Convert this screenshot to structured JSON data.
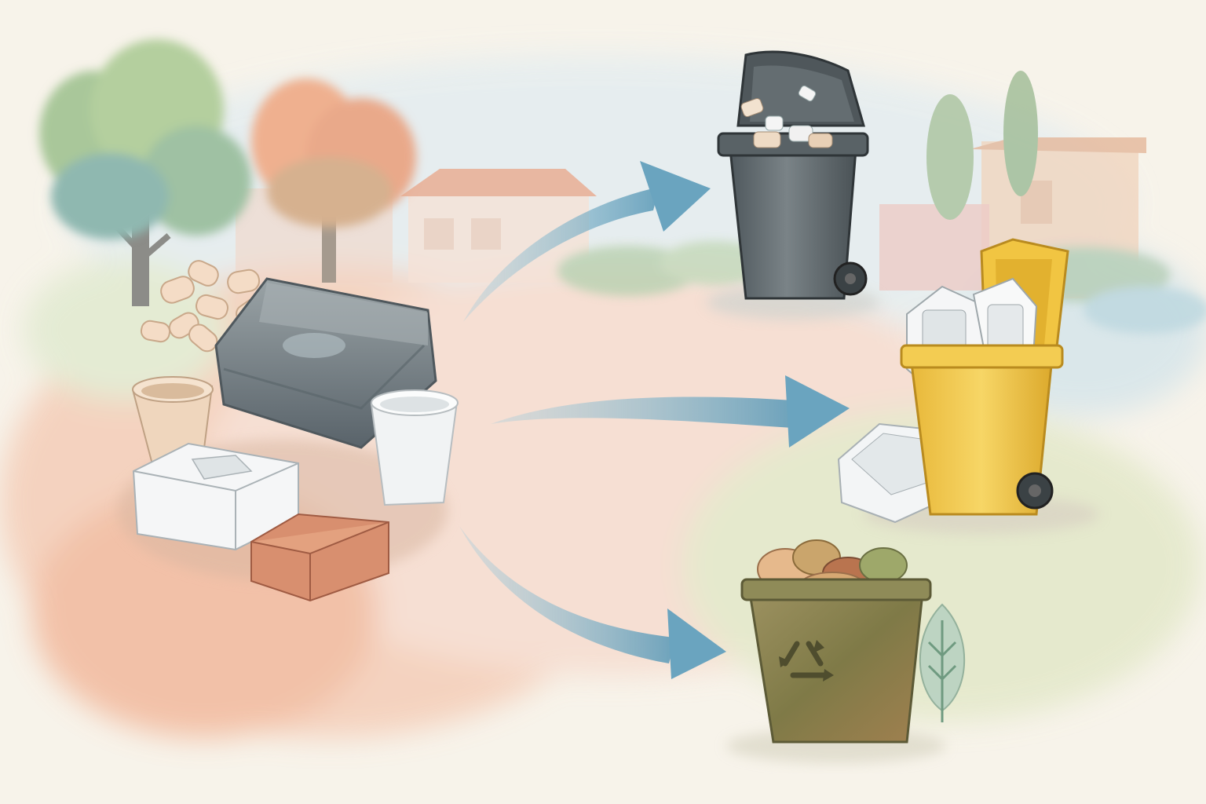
{
  "title": "",
  "colors": {
    "paper": "#f7f3ea",
    "wash_peach": "#f3c9b3",
    "wash_pink": "#f6d8cf",
    "wash_green": "#d9e4c3",
    "wash_sky": "#dce9ee",
    "arrow_blue": "#7fb0c8",
    "bin_grey": "#5d666b",
    "bin_yellow": "#f0c445",
    "bin_olive": "#8a8a55",
    "foam_white": "#f3f5f6",
    "grey_block": "#7d878b",
    "brick": "#cf8a6c"
  },
  "scene": {
    "source_pile": {
      "items": [
        "packing-peanuts",
        "grey-foam-block",
        "foam-cup-tan",
        "foam-cup-white",
        "white-packaging-insert",
        "terracotta-brick"
      ]
    },
    "background": {
      "elements": [
        "green-tree",
        "orange-tree",
        "house-left",
        "house-right",
        "cypress-trees",
        "hedges"
      ]
    },
    "flow_arrows": [
      {
        "from": "source-pile",
        "to": "grey-general-waste-bin"
      },
      {
        "from": "source-pile",
        "to": "yellow-recycling-bin"
      },
      {
        "from": "source-pile",
        "to": "olive-compost-bin"
      }
    ],
    "destinations": [
      {
        "id": "grey-general-waste-bin",
        "lid": "open",
        "icon": "trash-bin-icon"
      },
      {
        "id": "yellow-recycling-bin",
        "lid": "open",
        "icon": "wheelie-bin-icon"
      },
      {
        "id": "olive-compost-bin",
        "lid": "none",
        "icon": "recycle-symbol-icon"
      }
    ]
  }
}
